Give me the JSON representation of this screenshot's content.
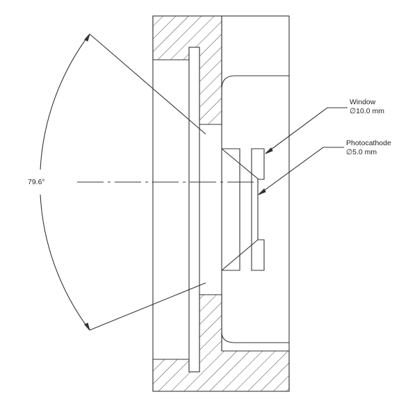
{
  "angle_label": "79.6°",
  "callouts": {
    "window": {
      "name": "Window",
      "diameter": "∅10.0 mm"
    },
    "photocathode": {
      "name": "Photocathode",
      "diameter": "∅5.0 mm"
    }
  },
  "colors": {
    "line": "#333333",
    "background": "#ffffff"
  }
}
